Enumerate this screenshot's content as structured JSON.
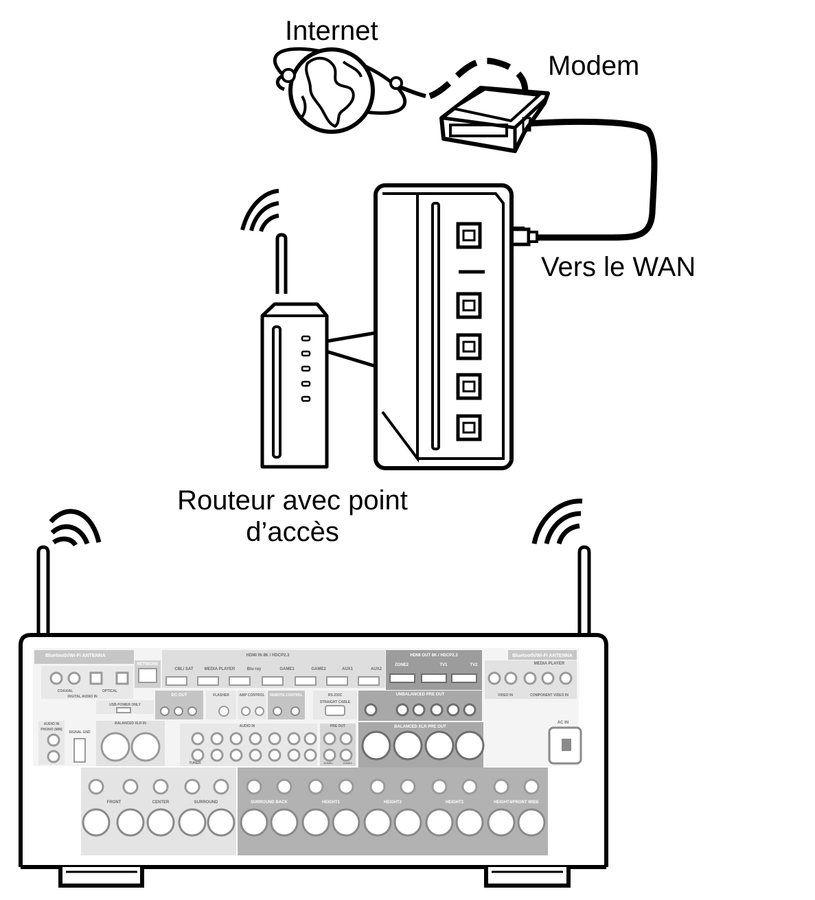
{
  "labels": {
    "internet": "Internet",
    "modem": "Modem",
    "wan": "Vers le WAN",
    "router_line1": "Routeur avec point",
    "router_line2": "d’accès"
  },
  "receiver_panel": {
    "bt_antenna_left": "Bluetooth/Wi-Fi ANTENNA",
    "bt_antenna_right": "Bluetooth/Wi-Fi ANTENNA",
    "network": "NETWORK",
    "hdmi_in": "HDMI IN 8K / HDCP2.3",
    "hdmi_out": "HDMI OUT 8K / HDCP2.3",
    "hdmi_in_ports": [
      "CBL/ SAT",
      "MEDIA PLAYER",
      "Blu-ray",
      "GAME1",
      "GAME2",
      "AUX1",
      "AUX2"
    ],
    "hdmi_out_ports": [
      "ZONE2",
      "TV1",
      "TV2"
    ],
    "digital_audio_in": "DIGITAL AUDIO IN",
    "coaxial": "COAXIAL",
    "optical": "OPTICAL",
    "usb_power_only": "USB POWER ONLY",
    "dc_out": "DC OUT",
    "flasher": "FLASHER",
    "amp_control": "AMP CONTROL",
    "remote_control": "REMOTE CONTROL",
    "rs232c": "RS-232C",
    "straight_cable": "STRAIGHT CABLE",
    "unbalanced_pre_out": "UNBALANCED PRE OUT",
    "balanced_xlr_pre_out": "BALANCED XLR PRE OUT",
    "balanced_xlr_in": "BALANCED XLR IN",
    "audio_in": "AUDIO IN",
    "phono": "PHONO (MM)",
    "signal_gnd": "SIGNAL GND",
    "pre_out": "PRE OUT",
    "video_in": "VIDEO IN",
    "component_video_in": "COMPONENT VIDEO IN",
    "media_player": "MEDIA PLAYER",
    "ac_in": "AC IN",
    "speaker_groups": [
      "FRONT",
      "CENTER",
      "SURROUND",
      "SURROUND BACK",
      "HEIGHT1",
      "HEIGHT2",
      "HEIGHT3",
      "HEIGHT4/FRONT WIDE"
    ],
    "tuner": "TUNER",
    "zone2": "ZONE2",
    "zone3": "ZONE3"
  }
}
